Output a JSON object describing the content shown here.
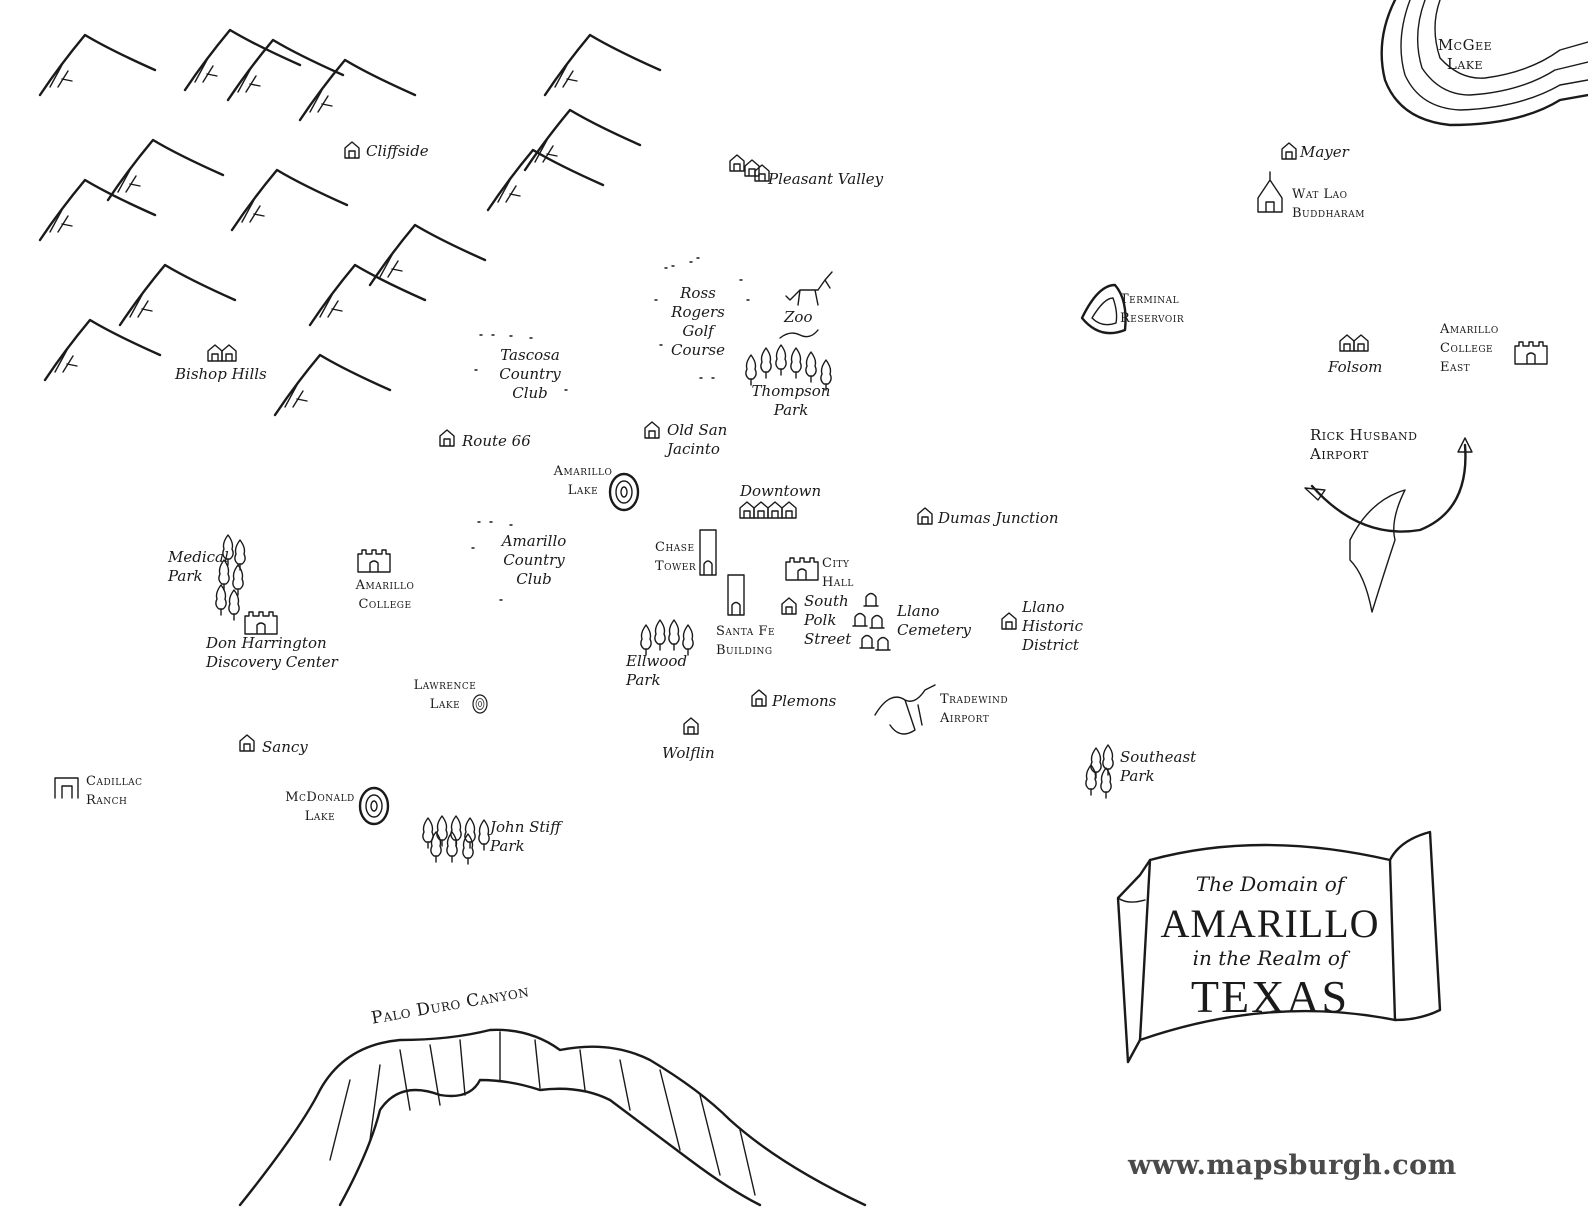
{
  "map": {
    "labels": {
      "cliffside": "Cliffside",
      "pleasant_valley": "Pleasant Valley",
      "mayer": "Mayer",
      "mcgee_lake": "McGee\nLake",
      "wat_lao": "Wat Lao\nBuddharam",
      "ross_rogers": "Ross\nRogers\nGolf\nCourse",
      "zoo": "Zoo",
      "thompson_park": "Thompson\nPark",
      "terminal_reservoir": "Terminal\nReservoir",
      "folsom": "Folsom",
      "amarillo_college_east": "Amarillo\nCollege\nEast",
      "bishop_hills": "Bishop Hills",
      "tascosa": "Tascosa\nCountry\nClub",
      "route66": "Route 66",
      "old_san_jacinto": "Old San\nJacinto",
      "rick_husband": "Rick Husband\nAirport",
      "amarillo_lake": "Amarillo\nLake",
      "downtown": "Downtown",
      "dumas_junction": "Dumas Junction",
      "medical_park": "Medical\nPark",
      "amarillo_college": "Amarillo\nCollege",
      "amarillo_cc": "Amarillo\nCountry\nClub",
      "chase_tower": "Chase\nTower",
      "city_hall": "City\nHall",
      "south_polk": "South\nPolk\nStreet",
      "llano_cemetery": "Llano\nCemetery",
      "llano_historic": "Llano\nHistoric\nDistrict",
      "santa_fe": "Santa Fe\nBuilding",
      "don_harrington": "Don Harrington\nDiscovery Center",
      "ellwood_park": "Ellwood\nPark",
      "lawrence_lake": "Lawrence\nLake",
      "plemons": "Plemons",
      "tradewind": "Tradewind\nAirport",
      "wolflin": "Wolflin",
      "sancy": "Sancy",
      "southeast_park": "Southeast\nPark",
      "cadillac_ranch": "Cadillac\nRanch",
      "mcdonald_lake": "McDonald\nLake",
      "john_stiff": "John Stiff\nPark",
      "palo_duro": "Palo Duro Canyon"
    },
    "banner": {
      "line1": "The Domain of",
      "line2": "AMARILLO",
      "line3": "in the Realm of",
      "line4": "TEXAS"
    },
    "watermark": "www.mapsburgh.com",
    "icons": [
      "mountain-icon",
      "house-icon",
      "tree-icon",
      "lake-icon",
      "tower-icon",
      "castle-icon",
      "dragon-icon",
      "unicorn-icon",
      "temple-icon",
      "tombstone-icon",
      "scroll-banner-icon"
    ]
  }
}
